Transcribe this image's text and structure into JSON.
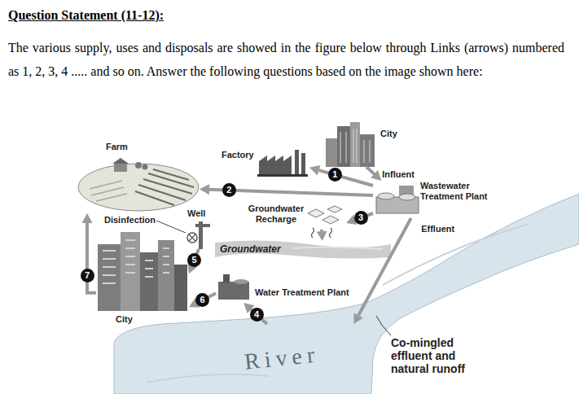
{
  "diagram": {
    "title": "Question Statement (11-12):",
    "nodes": [
      {
        "text": [
          "Farm"
        ]
      },
      {
        "text": [
          "Factory"
        ]
      },
      {
        "text": [
          "City"
        ]
      },
      {
        "text": [
          "Wastewater Treatment Plant"
        ]
      },
      {
        "text": [
          "Groundwater Recharge"
        ]
      },
      {
        "text": [
          "Well"
        ]
      },
      {
        "text": [
          "Groundwater"
        ]
      },
      {
        "text": [
          "Water Treatment Plant"
        ]
      },
      {
        "text": [
          "City"
        ]
      },
      {
        "text": [
          "River"
        ]
      }
    ],
    "edges": [
      {
        "from": 2,
        "to": 3,
        "label": "Influent",
        "arrow": "to"
      },
      {
        "from": 3,
        "to": 1,
        "label": "1",
        "arrow": "to"
      },
      {
        "from": 3,
        "to": 0,
        "label": "2",
        "arrow": "to"
      },
      {
        "from": 3,
        "to": 4,
        "label": "3",
        "arrow": "to"
      },
      {
        "from": 3,
        "to": 9,
        "label": "Effluent",
        "arrow": "to"
      },
      {
        "from": 4,
        "to": 6,
        "arrow": "to"
      },
      {
        "from": 9,
        "to": 7,
        "label": "4",
        "arrow": "to"
      },
      {
        "from": 5,
        "to": 8,
        "label": "5",
        "arrow": "to"
      },
      {
        "from": 7,
        "to": 8,
        "label": "6",
        "arrow": "to"
      },
      {
        "from": 8,
        "to": 0,
        "label": "7",
        "arrow": "to"
      }
    ],
    "labels": [
      "The various supply, uses and disposals are showed in the figure below through Links (arrows) numbered as 1, 2, 3, 4 ..... and so on. Answer the following questions based on the image shown here:",
      "Disinfection",
      "Co-mingled effluent and natural runoff"
    ]
  }
}
